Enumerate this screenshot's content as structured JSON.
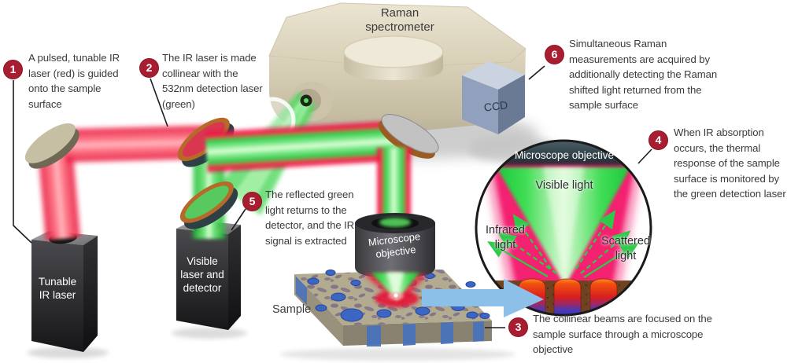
{
  "figure": {
    "type": "optical-schematic",
    "title_device": "Raman spectrometer"
  },
  "annotations": [
    {
      "num": "1",
      "text": "A pulsed, tunable IR laser (red) is guided onto the sample surface"
    },
    {
      "num": "2",
      "text": "The IR laser is made collinear with the 532nm detection laser (green)"
    },
    {
      "num": "3",
      "text": "The collinear beams are focused on the sample surface through a microscope objective"
    },
    {
      "num": "4",
      "text": "When IR absorption occurs, the thermal response of the sample surface is monitored by the green detection laser"
    },
    {
      "num": "5",
      "text": "The reflected green light returns to the detector, and the IR signal is extracted"
    },
    {
      "num": "6",
      "text": "Simultaneous Raman measurements are acquired by additionally detecting the Raman shifted light returned from the sample surface"
    }
  ],
  "devices": {
    "spectrometer_label": "Raman spectrometer",
    "ccd_label": "CCD",
    "ir_laser_label": "Tunable IR laser",
    "visible_laser_label": "Visible laser and detector",
    "objective_label": "Microscope objective",
    "sample_label": "Sample"
  },
  "inset": {
    "objective_label": "Microscope objective",
    "visible_light_label": "Visible light",
    "infrared_light_label": "Infrared light",
    "scattered_light_label": "Scattered light"
  },
  "colors": {
    "badge_red": "#A81E31",
    "ir_beam_red": "#ED2B47",
    "detection_green": "#3ED357",
    "inset_magenta": "#F3126B",
    "arrow_blue": "#8CC0E8",
    "spectrometer_beige": "#D6CDB4",
    "ccd_blue": "#91A0BC"
  }
}
